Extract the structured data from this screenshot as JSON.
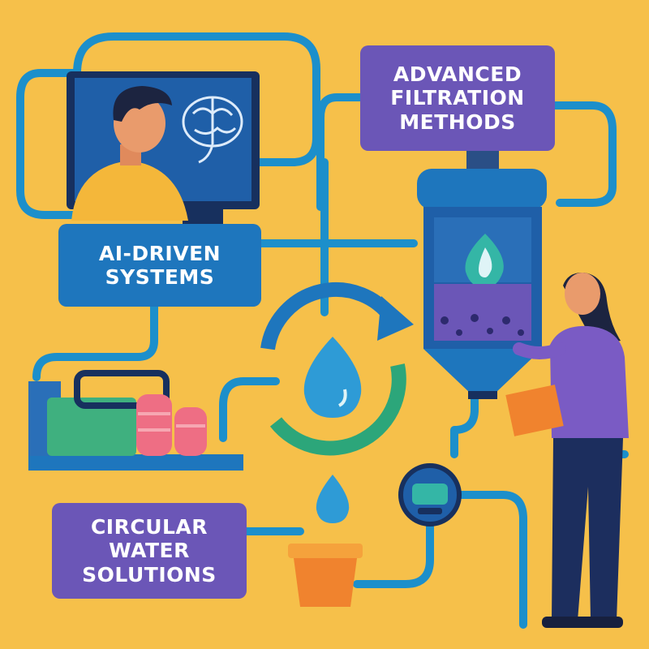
{
  "labels": {
    "filtration": [
      "ADVANCED",
      "FILTRATION",
      "METHODS"
    ],
    "ai": [
      "AI-DRIVEN",
      "SYSTEMS"
    ],
    "circular": [
      "CIRCULAR",
      "WATER",
      "SOLUTIONS"
    ]
  },
  "colors": {
    "background": "#F6C04A",
    "pipe": "#1C8FCB",
    "label_purple": "#6B56B7",
    "label_blue": "#1E76BD",
    "monitor": "#1F5FA8",
    "water_drop": "#2E9BD6",
    "cycle_green": "#2CA67A",
    "tank_green": "#3FB07F",
    "tank_pink": "#EE6E84",
    "bucket_orange": "#F0832E",
    "shirt_yellow": "#F4B73A",
    "shirt_purple": "#7A5BC4",
    "pants_navy": "#1C2E5E"
  },
  "icons": [
    "brain-icon",
    "water-drop-icon",
    "recycle-arrow-icon",
    "water-meter-icon"
  ]
}
